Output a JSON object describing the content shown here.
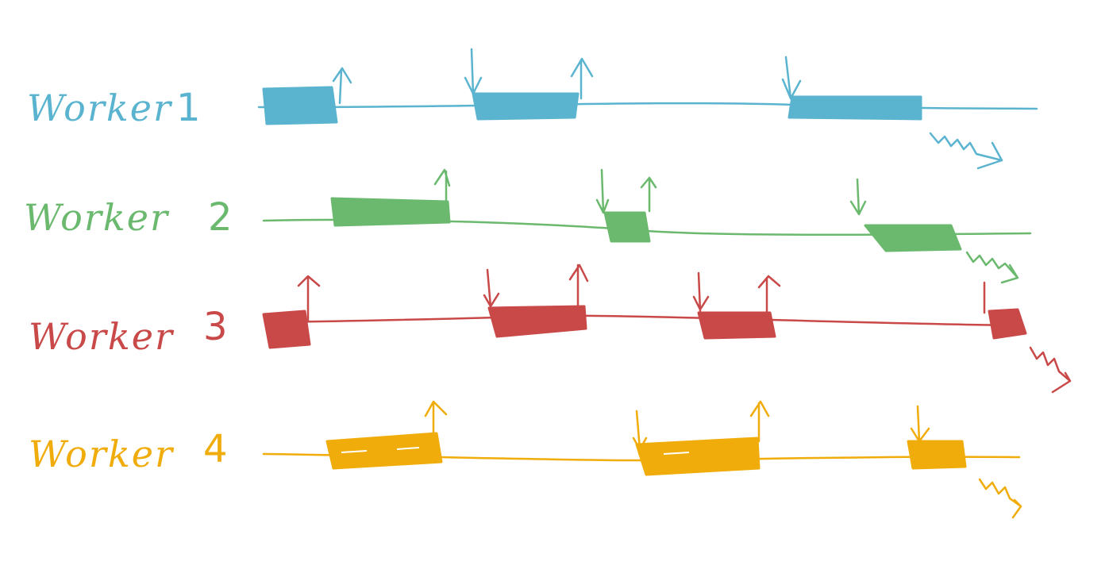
{
  "workers": [
    {
      "label": "Worker",
      "number": "1",
      "color": "#5bb4cf"
    },
    {
      "label": "Worker",
      "number": "2",
      "color": "#6bb96e"
    },
    {
      "label": "Worker",
      "number": "3",
      "color": "#c94848"
    },
    {
      "label": "Worker",
      "number": "4",
      "color": "#f0ac0a"
    }
  ]
}
